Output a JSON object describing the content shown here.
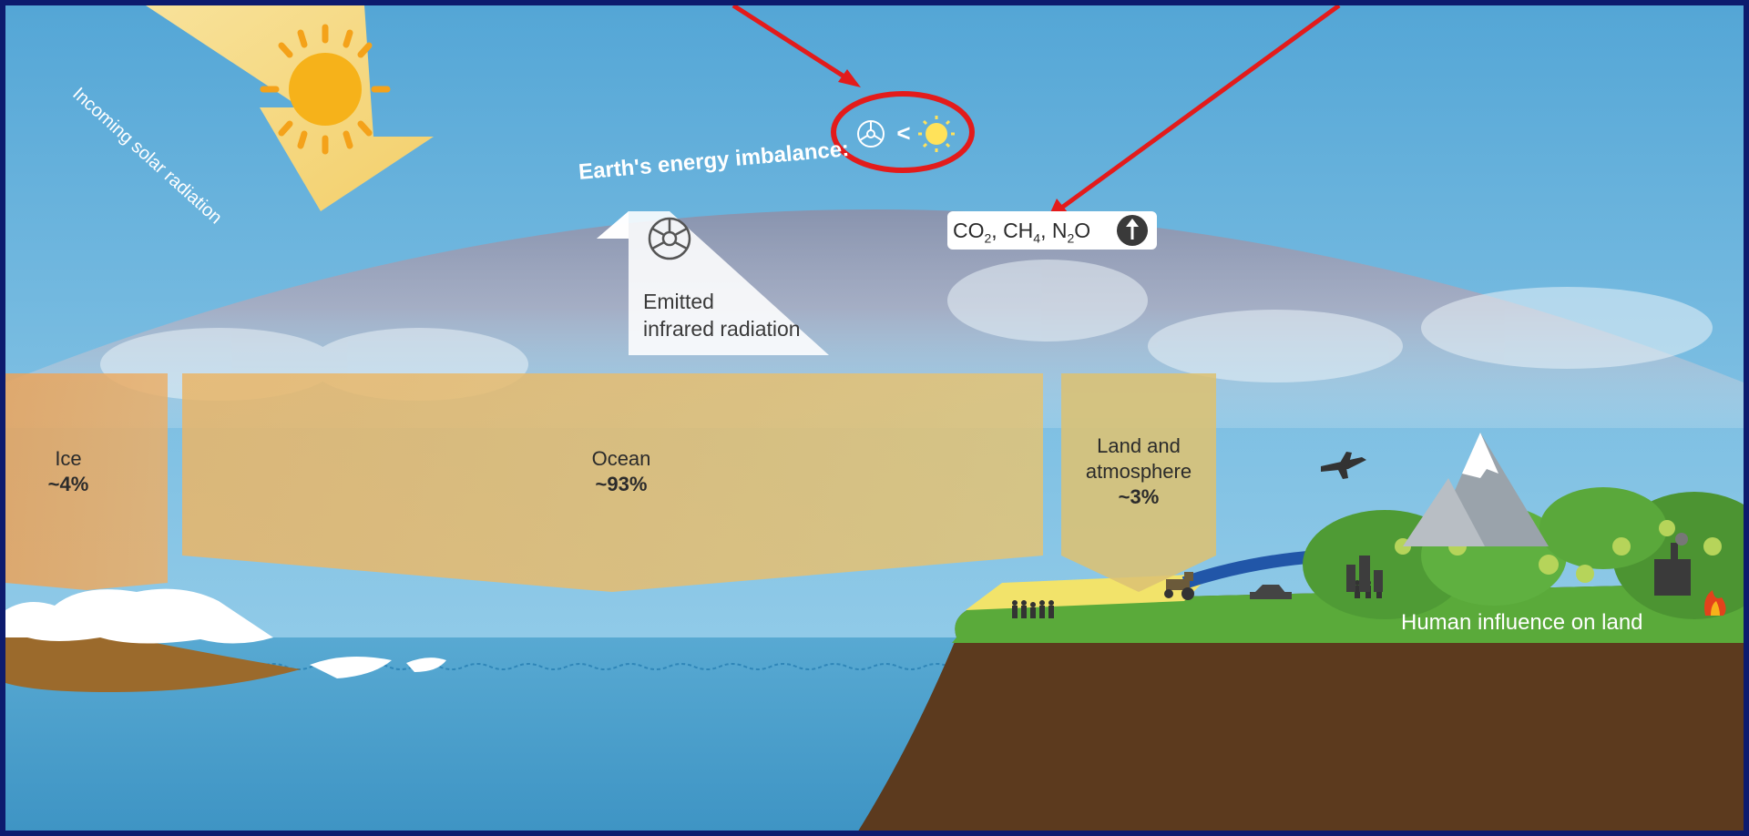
{
  "labels": {
    "incoming_solar": "Incoming solar radiation",
    "imbalance": "Earth's energy imbalance:",
    "imbalance_symbol": "<",
    "emitted_line1": "Emitted",
    "emitted_line2": "infrared radiation",
    "gases": {
      "co": "CO",
      "co_sub": "2",
      "ch": ", CH",
      "ch_sub": "4",
      "n": ", N",
      "n_sub": "2",
      "o": "O"
    },
    "human_influence": "Human influence on land"
  },
  "reservoirs": [
    {
      "name": "Ice",
      "value": "~4%"
    },
    {
      "name": "Ocean",
      "value": "~93%"
    },
    {
      "name_line1": "Land and",
      "name_line2": "atmosphere",
      "value": "~3%"
    }
  ],
  "colors": {
    "frame": "#0d1b6e",
    "sky": "#5fb0d8",
    "ocean": "#4aa3d0",
    "land": "#5c3a1e",
    "grass": "#5aaa3a",
    "reservoir_ice": "#e8a75a",
    "reservoir_ocean": "#e9c06c",
    "reservoir_land": "#ddc070",
    "annotation": "#e31b1b",
    "sun": "#f6b21a"
  },
  "icons": [
    "sun-icon",
    "infrared-icon",
    "up-arrow-icon",
    "airplane-icon",
    "tractor-icon",
    "car-icon",
    "factory-icon",
    "fire-icon",
    "people-icon",
    "mountain-icon"
  ]
}
